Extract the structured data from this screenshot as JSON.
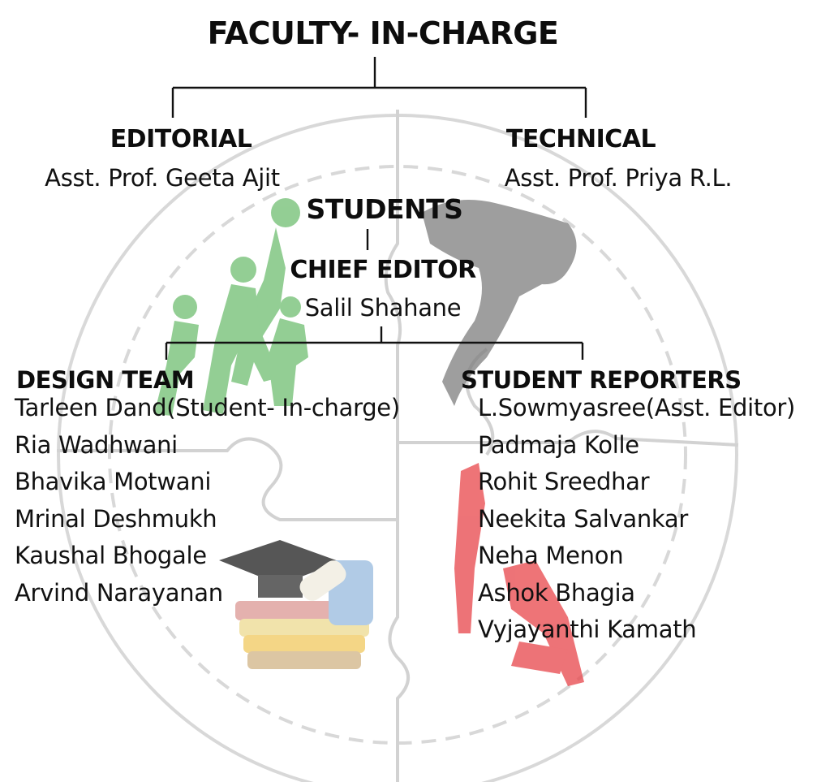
{
  "faculty": {
    "title": "FACULTY- IN-CHARGE",
    "editorial": {
      "label": "EDITORIAL",
      "name": "Asst. Prof. Geeta Ajit"
    },
    "technical": {
      "label": "TECHNICAL",
      "name": "Asst. Prof. Priya R.L."
    }
  },
  "students": {
    "title": "STUDENTS",
    "chief_editor": {
      "label": "CHIEF EDITOR",
      "name": "Salil Shahane"
    },
    "design_team": {
      "label": "DESIGN TEAM",
      "members": [
        "Tarleen Dand(Student- In-charge)",
        "Ria Wadhwani",
        "Bhavika Motwani",
        "Mrinal Deshmukh",
        "Kaushal Bhogale",
        "Arvind Narayanan"
      ]
    },
    "student_reporters": {
      "label": "STUDENT REPORTERS",
      "members": [
        "L.Sowmyasree(Asst. Editor)",
        "Padmaja Kolle",
        "Rohit Sreedhar",
        "Neekita Salvankar",
        "Neha Menon",
        "Ashok Bhagia",
        "Vyjayanthi Kamath"
      ]
    }
  },
  "colors": {
    "ink": "#111111",
    "watermark_lines": "#c4c4c4",
    "green_silhouettes": "#79c27a",
    "grey_silhouette": "#8a8a8a",
    "red_silhouette": "#e8454a"
  },
  "watermark_icons": [
    "circular-puzzle-emblem",
    "sports-silhouettes",
    "dancer-silhouette",
    "graduation-books",
    "red-figures"
  ]
}
